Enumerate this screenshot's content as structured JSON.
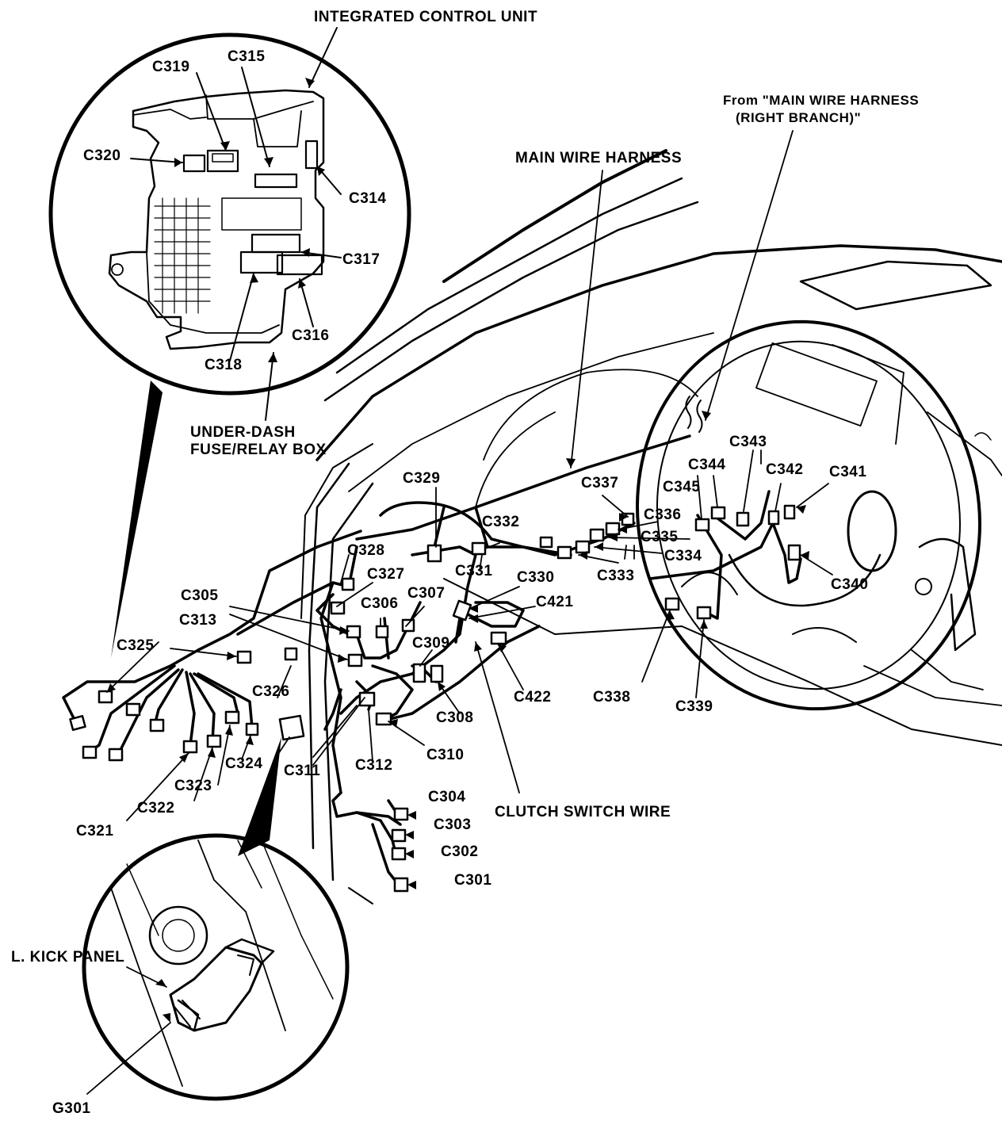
{
  "titles": {
    "integrated_control_unit": "INTEGRATED CONTROL UNIT",
    "main_wire_harness": "MAIN WIRE HARNESS",
    "from_main_line1": "From \"MAIN WIRE HARNESS",
    "from_main_line2": "(RIGHT BRANCH)\"",
    "under_dash_line1": "UNDER-DASH",
    "under_dash_line2": "FUSE/RELAY BOX",
    "clutch_switch_wire": "CLUTCH SWITCH WIRE",
    "kick_panel": "L. KICK PANEL",
    "ground": "G301"
  },
  "connectors": {
    "c301": "C301",
    "c302": "C302",
    "c303": "C303",
    "c304": "C304",
    "c305": "C305",
    "c306": "C306",
    "c307": "C307",
    "c308": "C308",
    "c309": "C309",
    "c310": "C310",
    "c311": "C311",
    "c312": "C312",
    "c313": "C313",
    "c314": "C314",
    "c315": "C315",
    "c316": "C316",
    "c317": "C317",
    "c318": "C318",
    "c319": "C319",
    "c320": "C320",
    "c321": "C321",
    "c322": "C322",
    "c323": "C323",
    "c324": "C324",
    "c325": "C325",
    "c326": "C326",
    "c327": "C327",
    "c328": "C328",
    "c329": "C329",
    "c330": "C330",
    "c331": "C331",
    "c332": "C332",
    "c333": "C333",
    "c334": "C334",
    "c335": "C335",
    "c336": "C336",
    "c337": "C337",
    "c338": "C338",
    "c339": "C339",
    "c340": "C340",
    "c341": "C341",
    "c342": "C342",
    "c343": "C343",
    "c344": "C344",
    "c345": "C345",
    "c421": "C421",
    "c422": "C422"
  }
}
